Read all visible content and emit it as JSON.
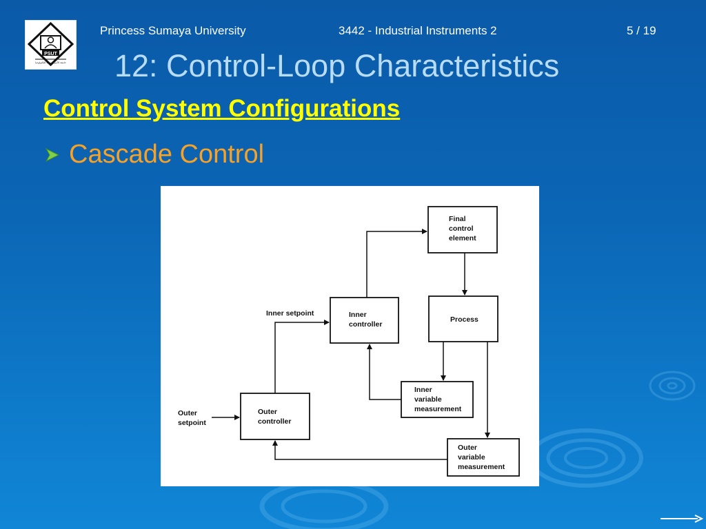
{
  "header": {
    "university": "Princess Sumaya University",
    "course": "3442 - Industrial Instruments 2",
    "page": "5 / 19"
  },
  "slide": {
    "title": "12: Control-Loop Characteristics",
    "section_heading": "Control System Configurations",
    "bullet": "Cascade Control"
  },
  "logo": {
    "acronym": "PSUT",
    "arabic_text": "جامعة الأميرة سمية للتكنولوجيا"
  },
  "diagram": {
    "final_control_element": [
      "Final",
      "control",
      "element"
    ],
    "process": "Process",
    "inner_controller": [
      "Inner",
      "controller"
    ],
    "inner_setpoint": "Inner setpoint",
    "inner_measurement": [
      "Inner",
      "variable",
      "measurement"
    ],
    "outer_controller": [
      "Outer",
      "controller"
    ],
    "outer_setpoint": [
      "Outer",
      "setpoint"
    ],
    "outer_measurement": [
      "Outer",
      "variable",
      "measurement"
    ]
  },
  "colors": {
    "background_top": "#0a5aa8",
    "background_bottom": "#1186d6",
    "title": "#b9dcf5",
    "heading": "#ffff00",
    "bullet": "#f6a128",
    "bullet_icon": "#7fd14b"
  },
  "icons": {
    "bullet": "arrowhead-bullet-icon",
    "next": "next-slide-arrow-icon"
  }
}
